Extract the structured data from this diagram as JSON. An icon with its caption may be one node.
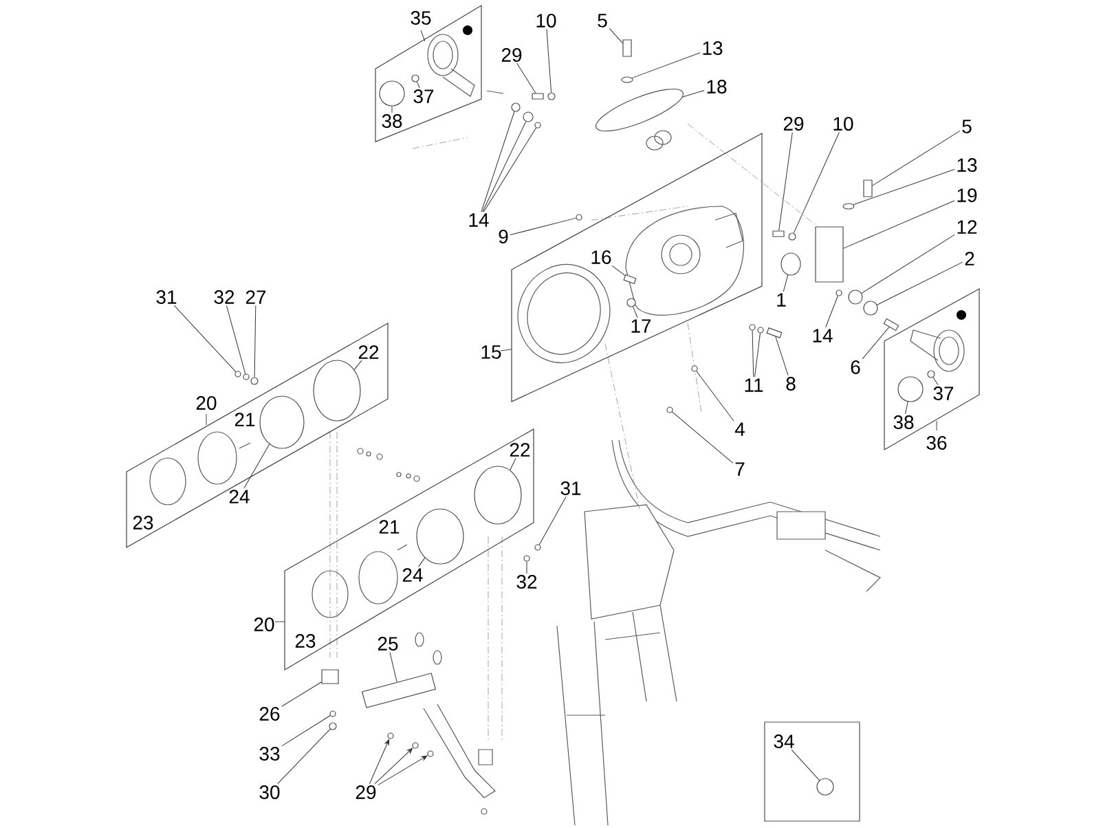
{
  "diagram": {
    "nodes": [
      {
        "text": [
          "35"
        ]
      },
      {
        "text": [
          "37"
        ],
        "in": 0
      },
      {
        "text": [
          "38"
        ],
        "in": 0
      },
      {
        "text": [
          "29"
        ]
      },
      {
        "text": [
          "10"
        ]
      },
      {
        "text": [
          "5"
        ]
      },
      {
        "text": [
          "13"
        ]
      },
      {
        "text": [
          "18"
        ]
      },
      {
        "text": [
          "14"
        ]
      },
      {
        "text": [
          "9"
        ]
      },
      {
        "text": [
          "29"
        ]
      },
      {
        "text": [
          "10"
        ]
      },
      {
        "text": [
          "5"
        ]
      },
      {
        "text": [
          "13"
        ]
      },
      {
        "text": [
          "19"
        ]
      },
      {
        "text": [
          "12"
        ]
      },
      {
        "text": [
          "2"
        ]
      },
      {
        "text": [
          "1"
        ]
      },
      {
        "text": [
          "14"
        ]
      },
      {
        "text": [
          "6"
        ]
      },
      {
        "text": [
          "11"
        ]
      },
      {
        "text": [
          "8"
        ]
      },
      {
        "text": [
          "15"
        ]
      },
      {
        "text": [
          "16"
        ],
        "in": 22
      },
      {
        "text": [
          "17"
        ],
        "in": 22
      },
      {
        "text": [
          "4"
        ]
      },
      {
        "text": [
          "7"
        ]
      },
      {
        "text": [
          "36"
        ]
      },
      {
        "text": [
          "37"
        ],
        "in": 27
      },
      {
        "text": [
          "38"
        ],
        "in": 27
      },
      {
        "text": [
          "31"
        ]
      },
      {
        "text": [
          "32"
        ]
      },
      {
        "text": [
          "27"
        ]
      },
      {
        "text": [
          "20"
        ]
      },
      {
        "text": [
          "22"
        ],
        "in": 33
      },
      {
        "text": [
          "21"
        ],
        "in": 33
      },
      {
        "text": [
          "24"
        ]
      },
      {
        "text": [
          "23"
        ],
        "in": 33
      },
      {
        "text": [
          "20"
        ]
      },
      {
        "text": [
          "22"
        ],
        "in": 38
      },
      {
        "text": [
          "21"
        ],
        "in": 38
      },
      {
        "text": [
          "24"
        ],
        "in": 38
      },
      {
        "text": [
          "23"
        ],
        "in": 38
      },
      {
        "text": [
          "31"
        ]
      },
      {
        "text": [
          "32"
        ]
      },
      {
        "text": [
          "25"
        ]
      },
      {
        "text": [
          "26"
        ]
      },
      {
        "text": [
          "33"
        ]
      },
      {
        "text": [
          "30"
        ]
      },
      {
        "text": [
          "29"
        ]
      },
      {
        "text": [],
        "shape": "box"
      },
      {
        "text": [
          "34"
        ],
        "in": 50
      },
      {
        "text": [],
        "shape": "circle",
        "in": 0
      },
      {
        "text": [],
        "shape": "circle",
        "in": 0
      },
      {
        "text": [],
        "shape": "box"
      },
      {
        "text": [],
        "shape": "circle"
      },
      {
        "text": [],
        "shape": "box"
      },
      {
        "text": [],
        "shape": "circle"
      },
      {
        "text": [],
        "shape": "circle"
      },
      {
        "text": [],
        "shape": "circle"
      },
      {
        "text": [],
        "shape": "circle"
      },
      {
        "text": [],
        "shape": "circle"
      },
      {
        "text": [],
        "shape": "circle"
      },
      {
        "text": [],
        "shape": "box"
      },
      {
        "text": [],
        "shape": "circle"
      },
      {
        "text": [],
        "shape": "box"
      },
      {
        "text": [],
        "shape": "circle"
      },
      {
        "text": [],
        "shape": "box"
      },
      {
        "text": [],
        "shape": "circle"
      },
      {
        "text": [],
        "shape": "circle"
      },
      {
        "text": [],
        "shape": "circle"
      },
      {
        "text": [],
        "shape": "circle"
      },
      {
        "text": [],
        "shape": "box"
      },
      {
        "text": [],
        "shape": "circle"
      },
      {
        "text": [],
        "shape": "circle"
      },
      {
        "text": [],
        "shape": "box"
      },
      {
        "text": [],
        "shape": "box",
        "in": 22
      },
      {
        "text": [],
        "shape": "circle",
        "in": 22
      },
      {
        "text": [],
        "shape": "circle"
      },
      {
        "text": [],
        "shape": "circle"
      },
      {
        "text": [],
        "shape": "circle",
        "in": 27
      },
      {
        "text": [],
        "shape": "circle",
        "in": 27
      },
      {
        "text": [],
        "shape": "circle"
      },
      {
        "text": [],
        "shape": "circle"
      },
      {
        "text": [],
        "shape": "circle"
      },
      {
        "text": [],
        "shape": "circle",
        "in": 33
      },
      {
        "text": [],
        "shape": "circle",
        "in": 33
      },
      {
        "text": [],
        "shape": "circle",
        "in": 38
      },
      {
        "text": [],
        "shape": "circle",
        "in": 38
      },
      {
        "text": [],
        "shape": "circle"
      },
      {
        "text": [],
        "shape": "circle"
      },
      {
        "text": [],
        "shape": "box"
      },
      {
        "text": [],
        "shape": "box"
      },
      {
        "text": [],
        "shape": "circle"
      },
      {
        "text": [],
        "shape": "circle"
      },
      {
        "text": [],
        "shape": "circle"
      },
      {
        "text": [],
        "shape": "circle"
      },
      {
        "text": [],
        "shape": "circle"
      },
      {
        "text": [],
        "shape": "circle",
        "in": 50
      }
    ],
    "edges": [
      {
        "from": 1,
        "to": 52,
        "arrow": "none"
      },
      {
        "from": 2,
        "to": 53,
        "arrow": "none"
      },
      {
        "from": 3,
        "to": 54,
        "arrow": "none"
      },
      {
        "from": 4,
        "to": 55,
        "arrow": "none"
      },
      {
        "from": 5,
        "to": 56,
        "arrow": "none"
      },
      {
        "from": 6,
        "to": 57,
        "arrow": "none"
      },
      {
        "from": 7,
        "to": 58,
        "arrow": "none"
      },
      {
        "from": 8,
        "to": 59,
        "arrow": "none"
      },
      {
        "from": 8,
        "to": 60,
        "arrow": "none"
      },
      {
        "from": 8,
        "to": 61,
        "arrow": "none"
      },
      {
        "from": 9,
        "to": 62,
        "arrow": "none"
      },
      {
        "from": 10,
        "to": 63,
        "arrow": "none"
      },
      {
        "from": 11,
        "to": 64,
        "arrow": "none"
      },
      {
        "from": 12,
        "to": 65,
        "arrow": "none"
      },
      {
        "from": 13,
        "to": 66,
        "arrow": "none"
      },
      {
        "from": 14,
        "to": 67,
        "arrow": "none"
      },
      {
        "from": 15,
        "to": 68,
        "arrow": "none"
      },
      {
        "from": 16,
        "to": 69,
        "arrow": "none"
      },
      {
        "from": 17,
        "to": 70,
        "arrow": "none"
      },
      {
        "from": 18,
        "to": 71,
        "arrow": "none"
      },
      {
        "from": 19,
        "to": 72,
        "arrow": "none"
      },
      {
        "from": 20,
        "to": 73,
        "arrow": "none"
      },
      {
        "from": 20,
        "to": 74,
        "arrow": "none"
      },
      {
        "from": 21,
        "to": 75,
        "arrow": "none"
      },
      {
        "from": 23,
        "to": 76,
        "arrow": "none"
      },
      {
        "from": 24,
        "to": 77,
        "arrow": "none"
      },
      {
        "from": 25,
        "to": 78,
        "arrow": "none"
      },
      {
        "from": 26,
        "to": 79,
        "arrow": "none"
      },
      {
        "from": 28,
        "to": 80,
        "arrow": "none"
      },
      {
        "from": 29,
        "to": 81,
        "arrow": "none"
      },
      {
        "from": 30,
        "to": 82,
        "arrow": "none"
      },
      {
        "from": 31,
        "to": 83,
        "arrow": "none"
      },
      {
        "from": 32,
        "to": 84,
        "arrow": "none"
      },
      {
        "from": 34,
        "to": 85,
        "arrow": "none"
      },
      {
        "from": 36,
        "to": 86,
        "arrow": "none"
      },
      {
        "from": 39,
        "to": 87,
        "arrow": "none"
      },
      {
        "from": 41,
        "to": 88,
        "arrow": "none"
      },
      {
        "from": 43,
        "to": 89,
        "arrow": "none"
      },
      {
        "from": 44,
        "to": 90,
        "arrow": "none"
      },
      {
        "from": 45,
        "to": 91,
        "arrow": "none"
      },
      {
        "from": 46,
        "to": 92,
        "arrow": "none"
      },
      {
        "from": 47,
        "to": 93,
        "arrow": "none"
      },
      {
        "from": 48,
        "to": 94,
        "arrow": "none"
      },
      {
        "from": 49,
        "to": 95,
        "arrow": "to"
      },
      {
        "from": 49,
        "to": 96,
        "arrow": "to"
      },
      {
        "from": 49,
        "to": 97,
        "arrow": "to"
      },
      {
        "from": 51,
        "to": 98,
        "arrow": "none"
      }
    ]
  }
}
